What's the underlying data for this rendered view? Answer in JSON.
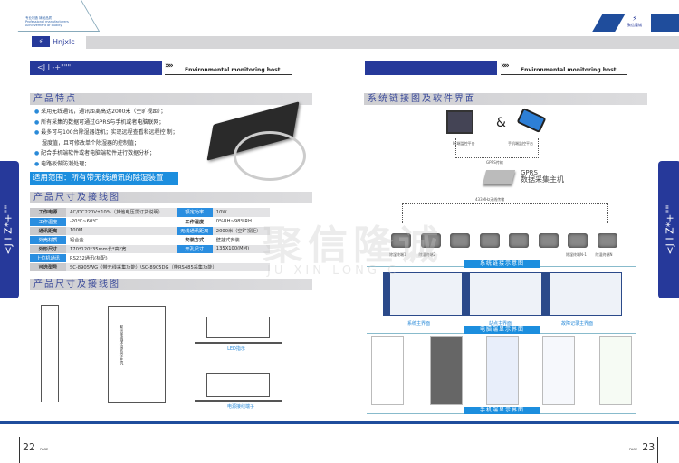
{
  "brand": {
    "name": "Hnjxlc",
    "slogan_cn": "专业制造 铸就品质",
    "slogan_en": "Professional manufacturers Achievement of quality",
    "logo_cn": "聚信隆诚"
  },
  "watermark": {
    "cn": "聚信隆诚",
    "en": "JU XIN LONG C"
  },
  "left": {
    "title_bar": "<J I -+\"\"\"",
    "eng_title": "Environmental monitoring host",
    "features_heading": "产品特点",
    "features": [
      "采用无线通讯，通讯距离高达2000米（空旷视距）；",
      "所有采集的数据可通过GPRS与手机或者电脑联网；",
      "最多可与100台除湿器连机；实现远程查看和远程控 制；",
      "湿度值，且可修改单个除湿器的控制值；",
      "配合手机端软件或者电脑端软件进行数据分析；",
      "电路板做防潮处理；"
    ],
    "scope_banner": "适用范围：所有带无线通讯的除湿装置",
    "spec_heading": "产品尺寸及接线图",
    "specs": [
      [
        "工作电源",
        "AC/DC220V±10%（其他电压需订货说明）",
        "额定功率",
        "10W"
      ],
      [
        "工作温度",
        "-20℃~60℃",
        "工作湿度",
        "0%RH~98%RH"
      ],
      [
        "通讯距离",
        "100M",
        "无线通讯距离",
        "2000米（空旷视距）"
      ],
      [
        "外壳材质",
        "铝合金",
        "安装方式",
        "壁挂式安装"
      ],
      [
        "外形尺寸",
        "170*120*35mm长*高*宽",
        "开孔尺寸",
        "135X100(MM)"
      ],
      [
        "上位机通讯",
        "RS232通讯(标配)"
      ],
      [
        "可选型号",
        "SC-8905WG（带无线采集功能）\\SC-8905DG（带RS485采集功能）"
      ]
    ],
    "drawing_heading": "产品尺寸及接线图",
    "drawing_label": "聚信隆诚环境监控主机",
    "led_caption": "LED指示",
    "power_caption": "电源接线端子",
    "page_num": "22",
    "page_word": "PAGE",
    "side_tab": "<J I Z*+\"\""
  },
  "right": {
    "eng_title": "Environmental monitoring host",
    "heading": "系统链接图及软件界面",
    "pc_label": "Pc端监控平台",
    "amp": "&",
    "phone_label": "手机端监控平台",
    "gprs_link": "GPRS传输",
    "host_line1": "GPRS",
    "host_line2": "数据采集主机",
    "rf_link": "433MHz无线传输",
    "nodes": [
      "除湿终端1",
      "除湿终端2",
      "",
      "",
      "",
      "",
      "除湿终端N-1",
      "除湿终端N"
    ],
    "cap_link": "系统链接示意图",
    "screens": [
      "系统主界面",
      "站点主界面",
      "故障记录主界面"
    ],
    "cap_pc": "电脑端显示界面",
    "cap_phone": "手机端显示界面",
    "page_num": "23",
    "page_word": "PAGE",
    "side_tab": "<J I Z*+\"\""
  },
  "colors": {
    "primary": "#26399a",
    "accent": "#1c8ede",
    "band": "#d6d6d8"
  }
}
